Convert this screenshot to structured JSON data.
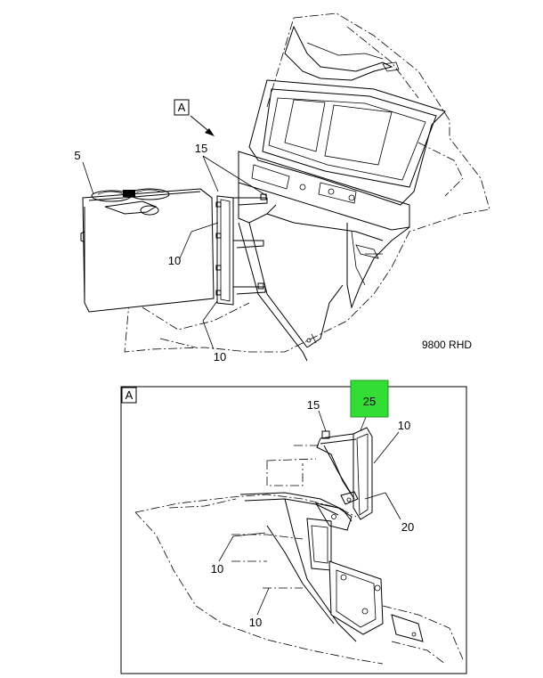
{
  "top_view": {
    "view_label": "A",
    "callouts": {
      "c5": "5",
      "c15": "15",
      "c10a": "10",
      "c10b": "10"
    },
    "model_label": "9800 RHD"
  },
  "detail_view": {
    "view_label": "A",
    "callouts": {
      "c25": "25",
      "c15": "15",
      "c10_top": "10",
      "c20": "20",
      "c10_mid": "10",
      "c10_bottom": "10"
    },
    "highlight_color": "#33dd33"
  }
}
